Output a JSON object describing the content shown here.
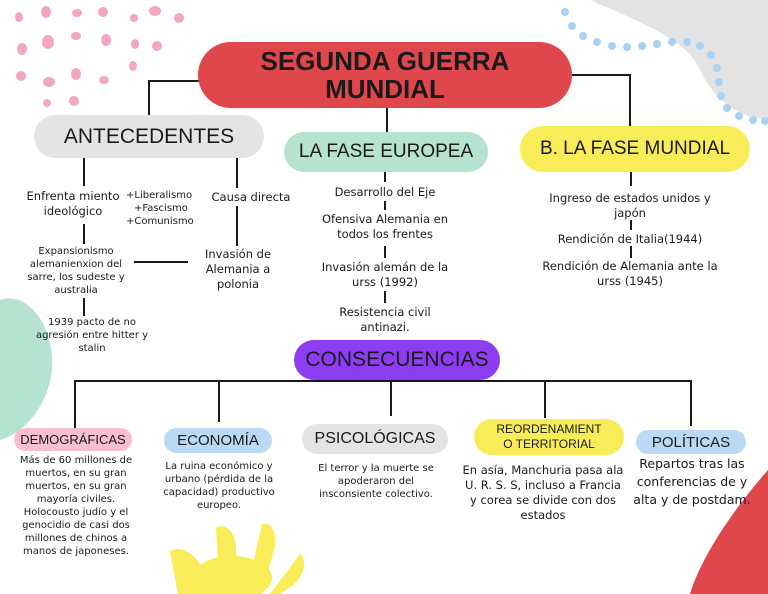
{
  "title": "SEGUNDA GUERRA MUNDIAL",
  "colors": {
    "title_pill": "#e0474d",
    "antecedentes_pill": "#e4e4e4",
    "fase_europea_pill": "#b6e3d0",
    "fase_mundial_pill": "#f8ec58",
    "consecuencias_pill": "#8c3df2",
    "demograficas_pill": "#f7bfd0",
    "economia_pill": "#b9d9f4",
    "psicologicas_pill": "#e4e4e4",
    "reordenamiento_pill": "#f8ec58",
    "politicas_pill": "#b9d9f4"
  },
  "antecedentes": {
    "label": "ANTECEDENTES",
    "enfrentamiento": "Enfrenta miento ideológico",
    "ideologias": [
      "+Liberalismo",
      "+Fascismo",
      "+Comunismo"
    ],
    "causa_directa": "Causa directa",
    "expansionismo": "Expansionismo alemanienxion del sarre, los sudeste y australia",
    "invasion_polonia": "Invasión de Alemania a polonia",
    "pacto": "1939 pacto de no agresión entre hitter y stalin"
  },
  "fase_europea": {
    "label": "LA FASE EUROPEA",
    "items": [
      "Desarrollo del Eje",
      "Ofensiva Alemania en todos los frentes",
      "Invasión alemán de la urss (1992)",
      "Resistencia civil antinazi."
    ]
  },
  "fase_mundial": {
    "label": "B. LA FASE MUNDIAL",
    "items": [
      "Ingreso de estados unidos y japón",
      "Rendición de Italia(1944)",
      "Rendición de Alemania ante la urss (1945)"
    ]
  },
  "consecuencias": {
    "label": "CONSECUENCIAS",
    "demograficas": {
      "label": "DEMOGRÁFICAS",
      "text": "Más de 60 millones de muertos, en su gran muertos, en su gran mayoría civiles. Holocousto judío y el genocidio de casi dos millones de chinos a manos de japoneses."
    },
    "economia": {
      "label": "ECONOMÍA",
      "text": "La ruina económico y urbano (pérdida de la capacidad) productivo europeo."
    },
    "psicologicas": {
      "label": "PSICOLÓGICAS",
      "text": "El terror y la muerte se apoderaron del insconsiente colectivo."
    },
    "reordenamiento": {
      "label": "REORDENAMIENT O TERRITORIAL",
      "text": "En asía, Manchuria pasa ala U. R. S. S, incluso a Francia y corea se divide con dos estados"
    },
    "politicas": {
      "label": "POLÍTICAS",
      "text": "Repartos tras las conferencias de y alta y de postdam."
    }
  }
}
